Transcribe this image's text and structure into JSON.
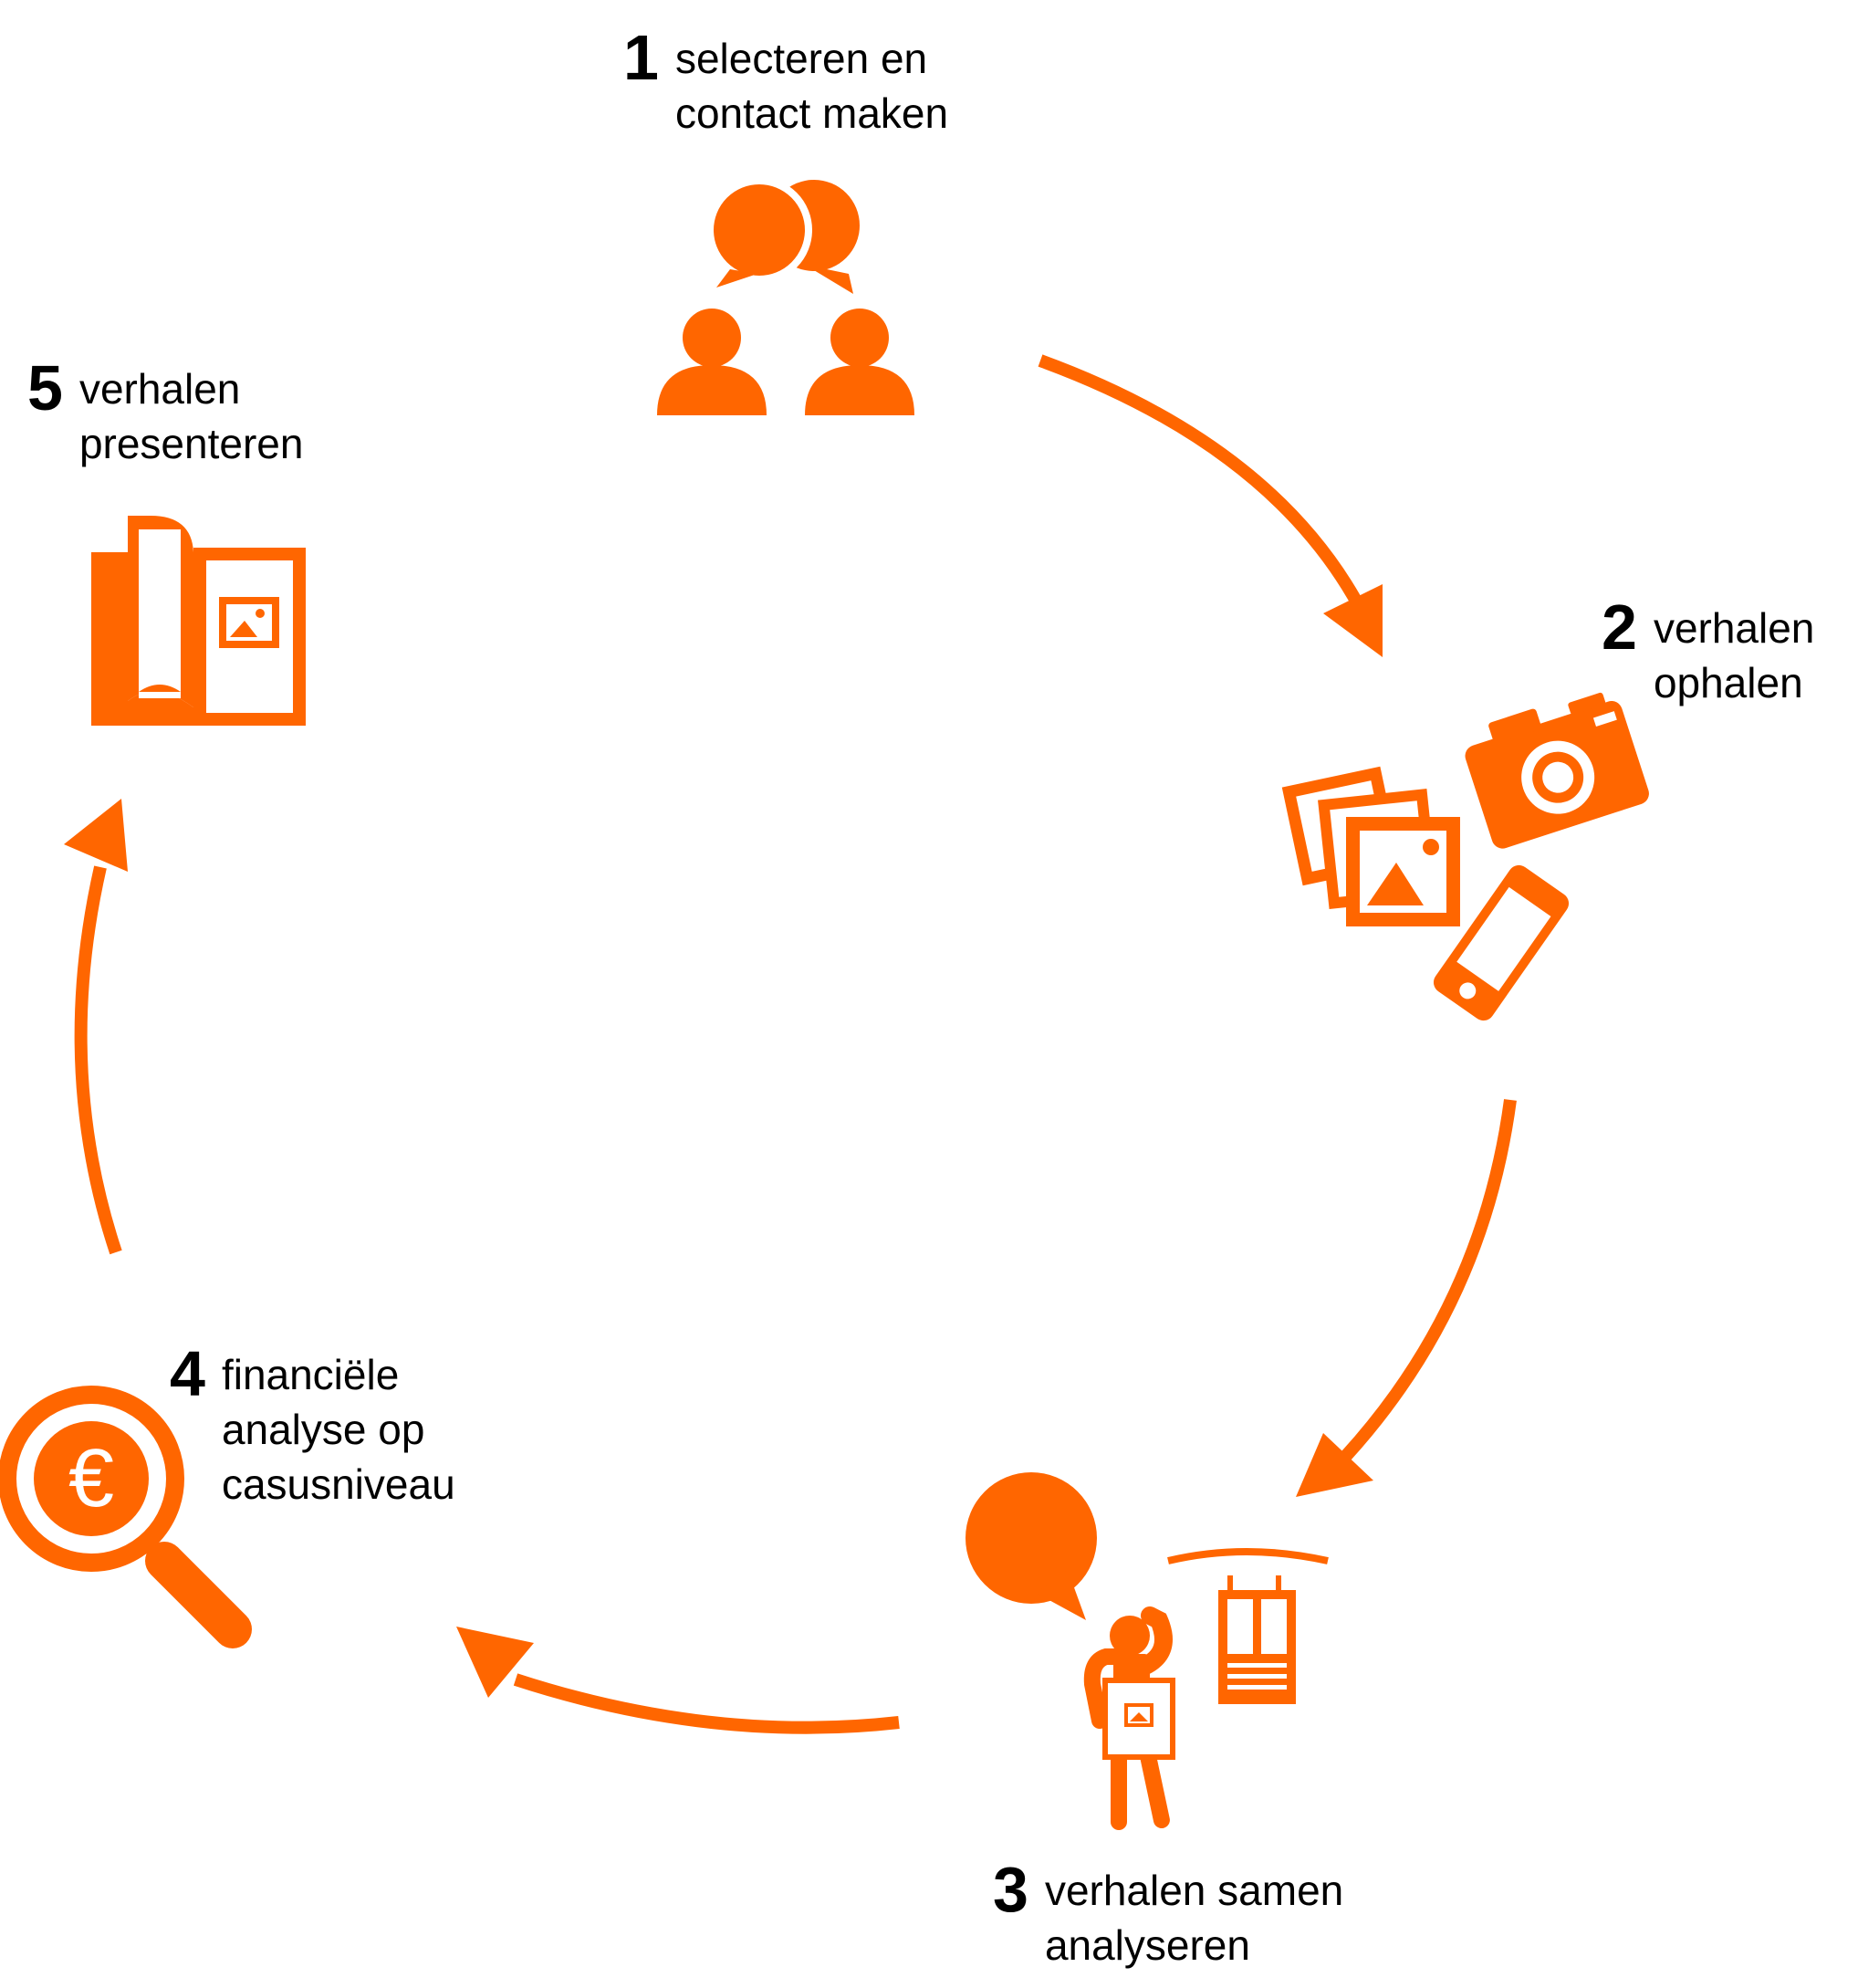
{
  "accent_color": "#ff6600",
  "steps": [
    {
      "number": "1",
      "lines": [
        "selecteren en",
        "contact maken"
      ],
      "icon": "people-talking-icon"
    },
    {
      "number": "2",
      "lines": [
        "verhalen",
        "ophalen"
      ],
      "icon": "photos-camera-phone-icon"
    },
    {
      "number": "3",
      "lines": [
        "verhalen samen",
        "analyseren"
      ],
      "icon": "person-presenting-icon"
    },
    {
      "number": "4",
      "lines": [
        "financiële",
        "analyse op",
        "casusniveau"
      ],
      "icon": "euro-magnifier-icon"
    },
    {
      "number": "5",
      "lines": [
        "verhalen",
        "presenteren"
      ],
      "icon": "open-book-icon"
    }
  ]
}
